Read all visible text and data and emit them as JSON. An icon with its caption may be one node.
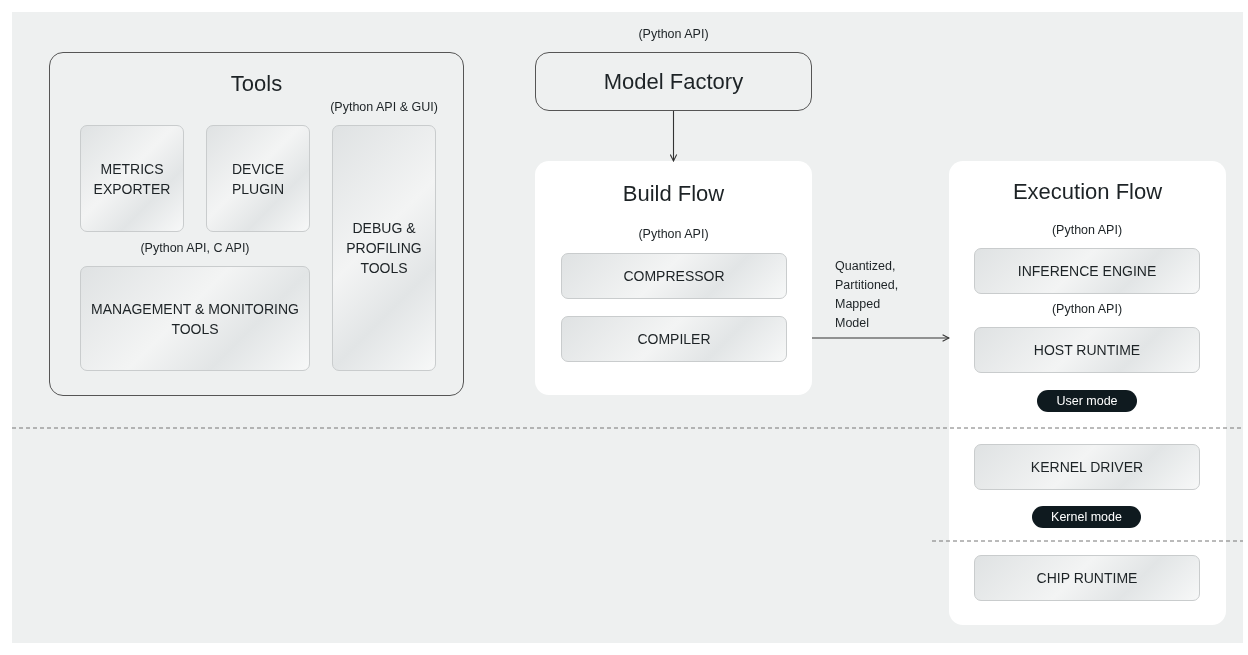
{
  "diagram": {
    "nodes": [
      {
        "text": [
          "Tools"
        ]
      },
      {
        "text": [
          "METRICS EXPORTER"
        ],
        "in": 0
      },
      {
        "text": [
          "DEVICE PLUGIN"
        ],
        "in": 0
      },
      {
        "text": [
          "MANAGEMENT & MONITORING TOOLS"
        ],
        "in": 0,
        "beside": [
          "(Python API, C API)"
        ]
      },
      {
        "text": [
          "DEBUG & PROFILING TOOLS"
        ],
        "in": 0,
        "beside": [
          "(Python API & GUI)"
        ]
      },
      {
        "text": [
          "Model Factory"
        ],
        "beside": [
          "(Python API)"
        ]
      },
      {
        "text": [
          "Build Flow",
          "(Python API)"
        ]
      },
      {
        "text": [
          "COMPRESSOR"
        ],
        "in": 6
      },
      {
        "text": [
          "COMPILER"
        ],
        "in": 6
      },
      {
        "text": [
          "Execution Flow"
        ]
      },
      {
        "text": [
          "INFERENCE ENGINE"
        ],
        "in": 9,
        "beside": [
          "(Python API)"
        ]
      },
      {
        "text": [
          "HOST RUNTIME"
        ],
        "in": 9,
        "beside": [
          "(Python API)"
        ]
      },
      {
        "text": [
          "User mode"
        ],
        "in": 9
      },
      {
        "text": [
          "KERNEL DRIVER"
        ],
        "in": 9
      },
      {
        "text": [
          "Kernel mode"
        ],
        "in": 9
      },
      {
        "text": [
          "CHIP RUNTIME"
        ],
        "in": 9
      }
    ],
    "edges": [
      {
        "from": 5,
        "to": 6,
        "arrow": "to"
      },
      {
        "from": 6,
        "to": 9,
        "arrow": "to",
        "label": "Quantized, Partitioned, Mapped Model"
      }
    ]
  }
}
